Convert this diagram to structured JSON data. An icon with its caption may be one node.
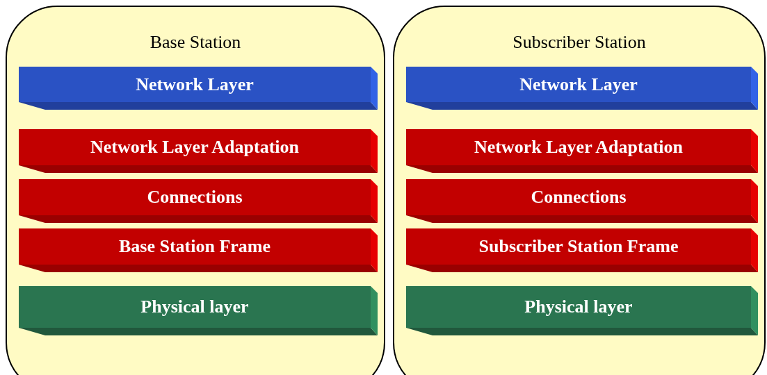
{
  "diagram": {
    "nodes": [
      {
        "text": [
          "Base Station"
        ]
      },
      {
        "text": [
          "Network Layer"
        ],
        "in": 0
      },
      {
        "text": [
          "Network Layer Adaptation"
        ],
        "in": 0
      },
      {
        "text": [
          "Connections"
        ],
        "in": 0
      },
      {
        "text": [
          "Base Station Frame"
        ],
        "in": 0
      },
      {
        "text": [
          "Physical layer"
        ],
        "in": 0
      },
      {
        "text": [
          "Subscriber Station"
        ]
      },
      {
        "text": [
          "Network Layer"
        ],
        "in": 6
      },
      {
        "text": [
          "Network Layer Adaptation"
        ],
        "in": 6
      },
      {
        "text": [
          "Connections"
        ],
        "in": 6
      },
      {
        "text": [
          "Subscriber Station Frame"
        ],
        "in": 6
      },
      {
        "text": [
          "Physical layer"
        ],
        "in": 6
      }
    ]
  }
}
